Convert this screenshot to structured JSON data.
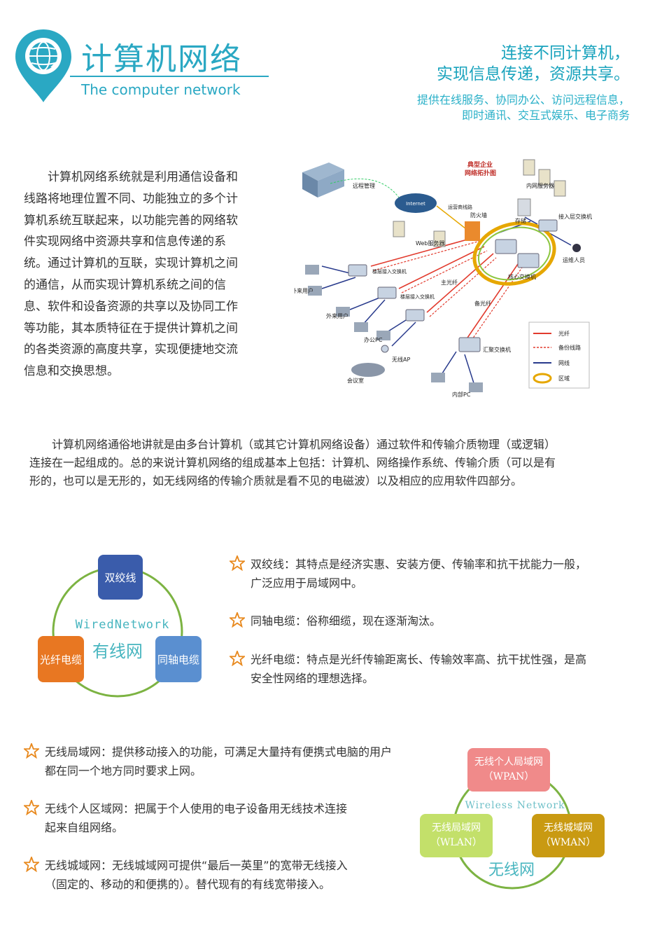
{
  "header": {
    "title_cn": "计算机网络",
    "title_en": "The computer network",
    "slogan_line1": "连接不同计算机，",
    "slogan_line2": "实现信息传递，资源共享。",
    "services_line1": "提供在线服务、协同办公、访问远程信息，",
    "services_line2": "即时通讯、交互式娱乐、电子商务"
  },
  "intro_lines": [
    "　　计算机网络系统就是利用通信设备和",
    "线路将地理位置不同、功能独立的多个计",
    "算机系统互联起来，以功能完善的网络软",
    "件实现网络中资源共享和信息传递的系",
    "统。通过计算机的互联，实现计算机之间",
    "的通信，从而实现计算机系统之间的信",
    "息、软件和设备资源的共享以及协同工作",
    "等功能，其本质特征在于提供计算机之间",
    "的各类资源的高度共享，实现便捷地交流",
    "信息和交换思想。"
  ],
  "topology": {
    "title_line1": "典型企业",
    "title_line2": "网络拓扑图",
    "remote": "远程管理",
    "internet": "Internet",
    "operator_line": "运营商线路",
    "firewall": "防火墙",
    "web_server": "Web服务器",
    "intranet_server": "内网服务器",
    "storage": "存储",
    "access_switch": "接入层交换机",
    "core_switch": "核心交换机",
    "ops_staff": "运维人员",
    "floor_switch_1": "楼层接入交换机",
    "floor_switch_2": "楼层接入交换机",
    "main_fiber": "主光纤",
    "backup_fiber": "备光纤",
    "guest_1": "外来用户",
    "guest_2": "外来用户",
    "office_pc": "办公PC",
    "wireless_ap": "无线AP",
    "meeting_room": "会议室",
    "aggregation_switch": "汇聚交换机",
    "intranet_pc": "内部PC",
    "legend": {
      "fiber": "光纤",
      "backup": "备份线路",
      "cable": "网线",
      "zone": "区域"
    },
    "colors": {
      "fiber": "#e23b2e",
      "cable": "#283a8c",
      "core": "#e6a700"
    }
  },
  "definition": {
    "line1": "　　计算机网络通俗地讲就是由多台计算机（或其它计算机网络设备）通过软件和传输介质物理（或逻辑）",
    "line2": "连接在一起组成的。总的来说计算机网络的组成基本上包括：计算机、网络操作系统、传输介质（可以是有",
    "line3": "形的，也可以是无形的，如无线网络的传输介质就是看不见的电磁波）以及相应的应用软件四部分。"
  },
  "wired": {
    "en": "WiredNetwork",
    "cn": "有线网",
    "twisted_pair": "双绞线",
    "fiber": "光纤电缆",
    "coax": "同轴电缆",
    "colors": {
      "twisted": "#3a5cab",
      "fiber": "#e87722",
      "coax": "#5a8fd0",
      "ring": "#7cb342"
    }
  },
  "wired_items": [
    {
      "line1": "双绞线：其特点是经济实惠、安装方便、传输率和抗干扰能力一般，",
      "line2": "广泛应用于局域网中。"
    },
    {
      "line1": "同轴电缆：俗称细缆，现在逐渐淘汰。",
      "line2": ""
    },
    {
      "line1": "光纤电缆：特点是光纤传输距离长、传输效率高、抗干扰性强，是高",
      "line2": "安全性网络的理想选择。"
    }
  ],
  "wireless_items": [
    {
      "line1": "无线局域网：提供移动接入的功能，可满足大量持有便携式电脑的用户",
      "line2": "都在同一个地方同时要求上网。"
    },
    {
      "line1": "无线个人区域网：把属于个人使用的电子设备用无线技术连接",
      "line2": "起来自组网络。"
    },
    {
      "line1": "无线城域网：无线城域网可提供“最后一英里”的宽带无线接入",
      "line2": "（固定的、移动的和便携的）。替代现有的有线宽带接入。"
    }
  ],
  "wireless": {
    "en": "Wireless Network",
    "cn": "无线网",
    "wpan": "无线个人局域网",
    "wpan_abbr": "（WPAN）",
    "wlan": "无线局域网",
    "wlan_abbr": "（WLAN）",
    "wman": "无线城域网",
    "wman_abbr": "（WMAN）",
    "colors": {
      "wpan": "#f08a8a",
      "wlan": "#c3e06a",
      "wman": "#c99a12",
      "ring": "#7cb342"
    }
  },
  "colors": {
    "accent": "#2aa8c3",
    "star": "#e8891e"
  }
}
